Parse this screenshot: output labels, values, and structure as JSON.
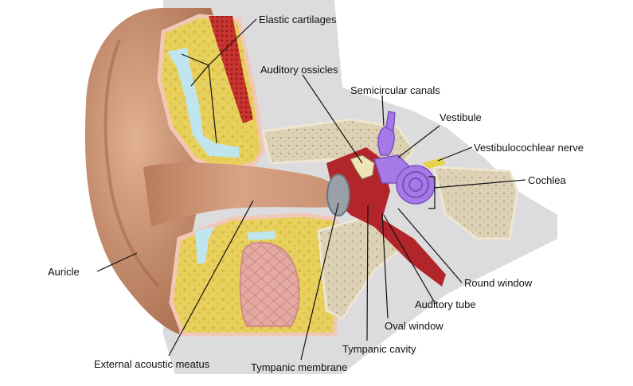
{
  "labels": {
    "elastic_cartilages": "Elastic cartilages",
    "auditory_ossicles": "Auditory ossicles",
    "semicircular_canals": "Semicircular canals",
    "vestibule": "Vestibule",
    "vestibulocochlear_nerve": "Vestibulocochlear nerve",
    "cochlea": "Cochlea",
    "auricle": "Auricle",
    "round_window": "Round window",
    "auditory_tube": "Auditory tube",
    "oval_window": "Oval window",
    "tympanic_cavity": "Tympanic cavity",
    "external_acoustic_meatus": "External acoustic meatus",
    "tympanic_membrane": "Tympanic membrane"
  },
  "colors": {
    "skin": "#c98f6e",
    "fat": "#e6cf5a",
    "cartilage": "#bfe6ee",
    "bone": "#d8ccb0",
    "muscle": "#e2a7a0",
    "blood": "#b2252a",
    "inner_ear": "#a67ae6",
    "membrane": "#9aa0a8"
  }
}
